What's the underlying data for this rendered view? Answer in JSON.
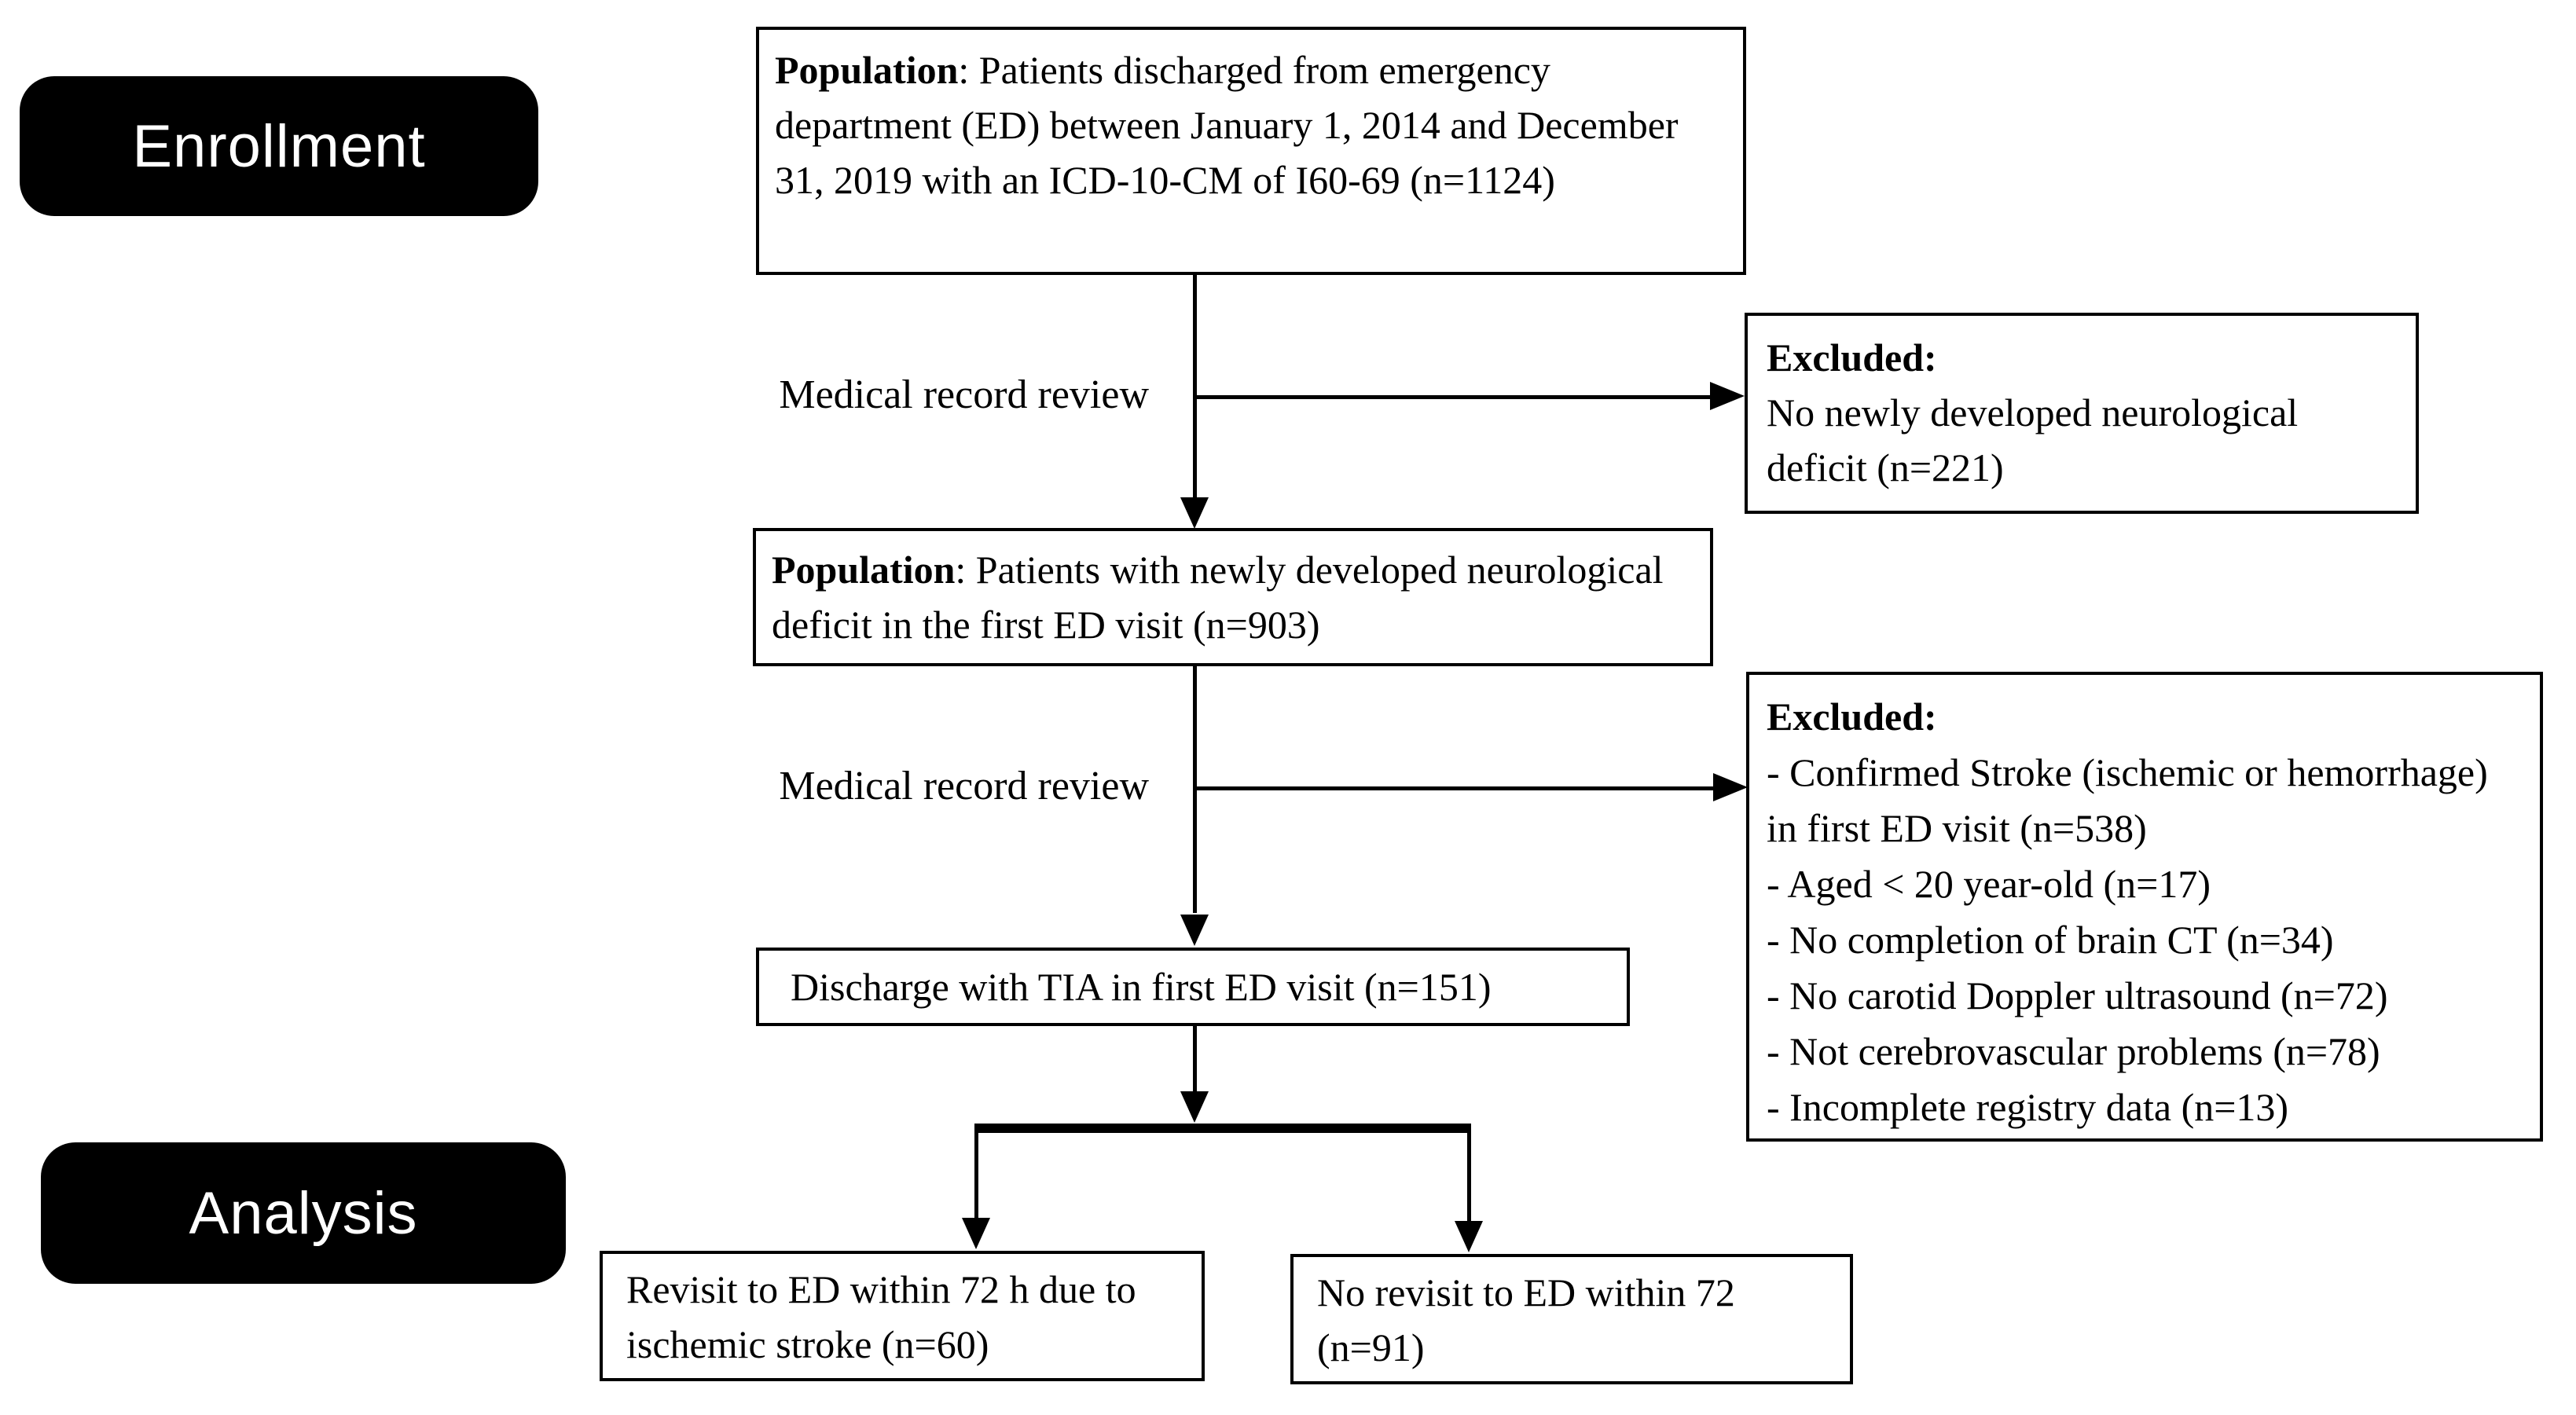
{
  "badges": {
    "enrollment": "Enrollment",
    "analysis": "Analysis"
  },
  "boxes": {
    "population1": {
      "prefix": "Population",
      "body": ": Patients discharged from emergency department (ED) between January 1, 2014 and December 31, 2019 with an ICD-10-CM of I60-69 (n=1124)"
    },
    "excluded1": {
      "heading": "Excluded:",
      "body": "No newly developed neurological deficit (n=221)"
    },
    "population2": {
      "prefix": "Population",
      "body": ": Patients with newly developed neurological deficit in the first ED visit (n=903)"
    },
    "excluded2": {
      "heading": "Excluded:",
      "items": [
        "- Confirmed Stroke (ischemic or hemorrhage) in first ED visit (n=538)",
        "- Aged < 20 year-old (n=17)",
        "- No completion of brain CT (n=34)",
        "- No carotid Doppler ultrasound (n=72)",
        "- Not cerebrovascular problems (n=78)",
        "- Incomplete registry data (n=13)"
      ]
    },
    "tia": {
      "body": "Discharge with TIA in first ED visit (n=151)"
    },
    "revisit": {
      "body": "Revisit to ED within 72 h due to ischemic stroke (n=60)"
    },
    "noRevisit": {
      "body": "No revisit to ED within 72 (n=91)"
    }
  },
  "labels": {
    "review1": "Medical record review",
    "review2": "Medical record review"
  },
  "colors": {
    "background": "#ffffff",
    "line": "#000000",
    "box_border": "#000000",
    "text": "#000000",
    "badge_bg": "#000000",
    "badge_text": "#ffffff"
  }
}
